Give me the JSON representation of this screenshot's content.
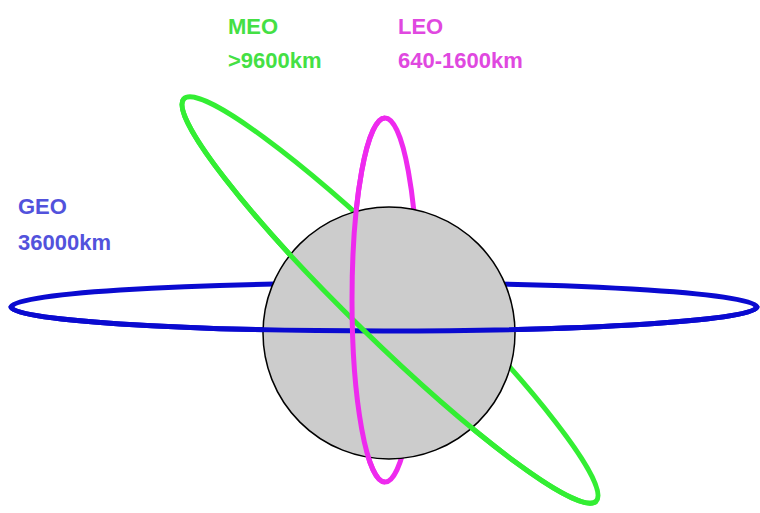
{
  "diagram": {
    "labels": [
      "MEO",
      ">9600km",
      "LEO",
      "640-1600km",
      "GEO",
      "36000km"
    ]
  }
}
